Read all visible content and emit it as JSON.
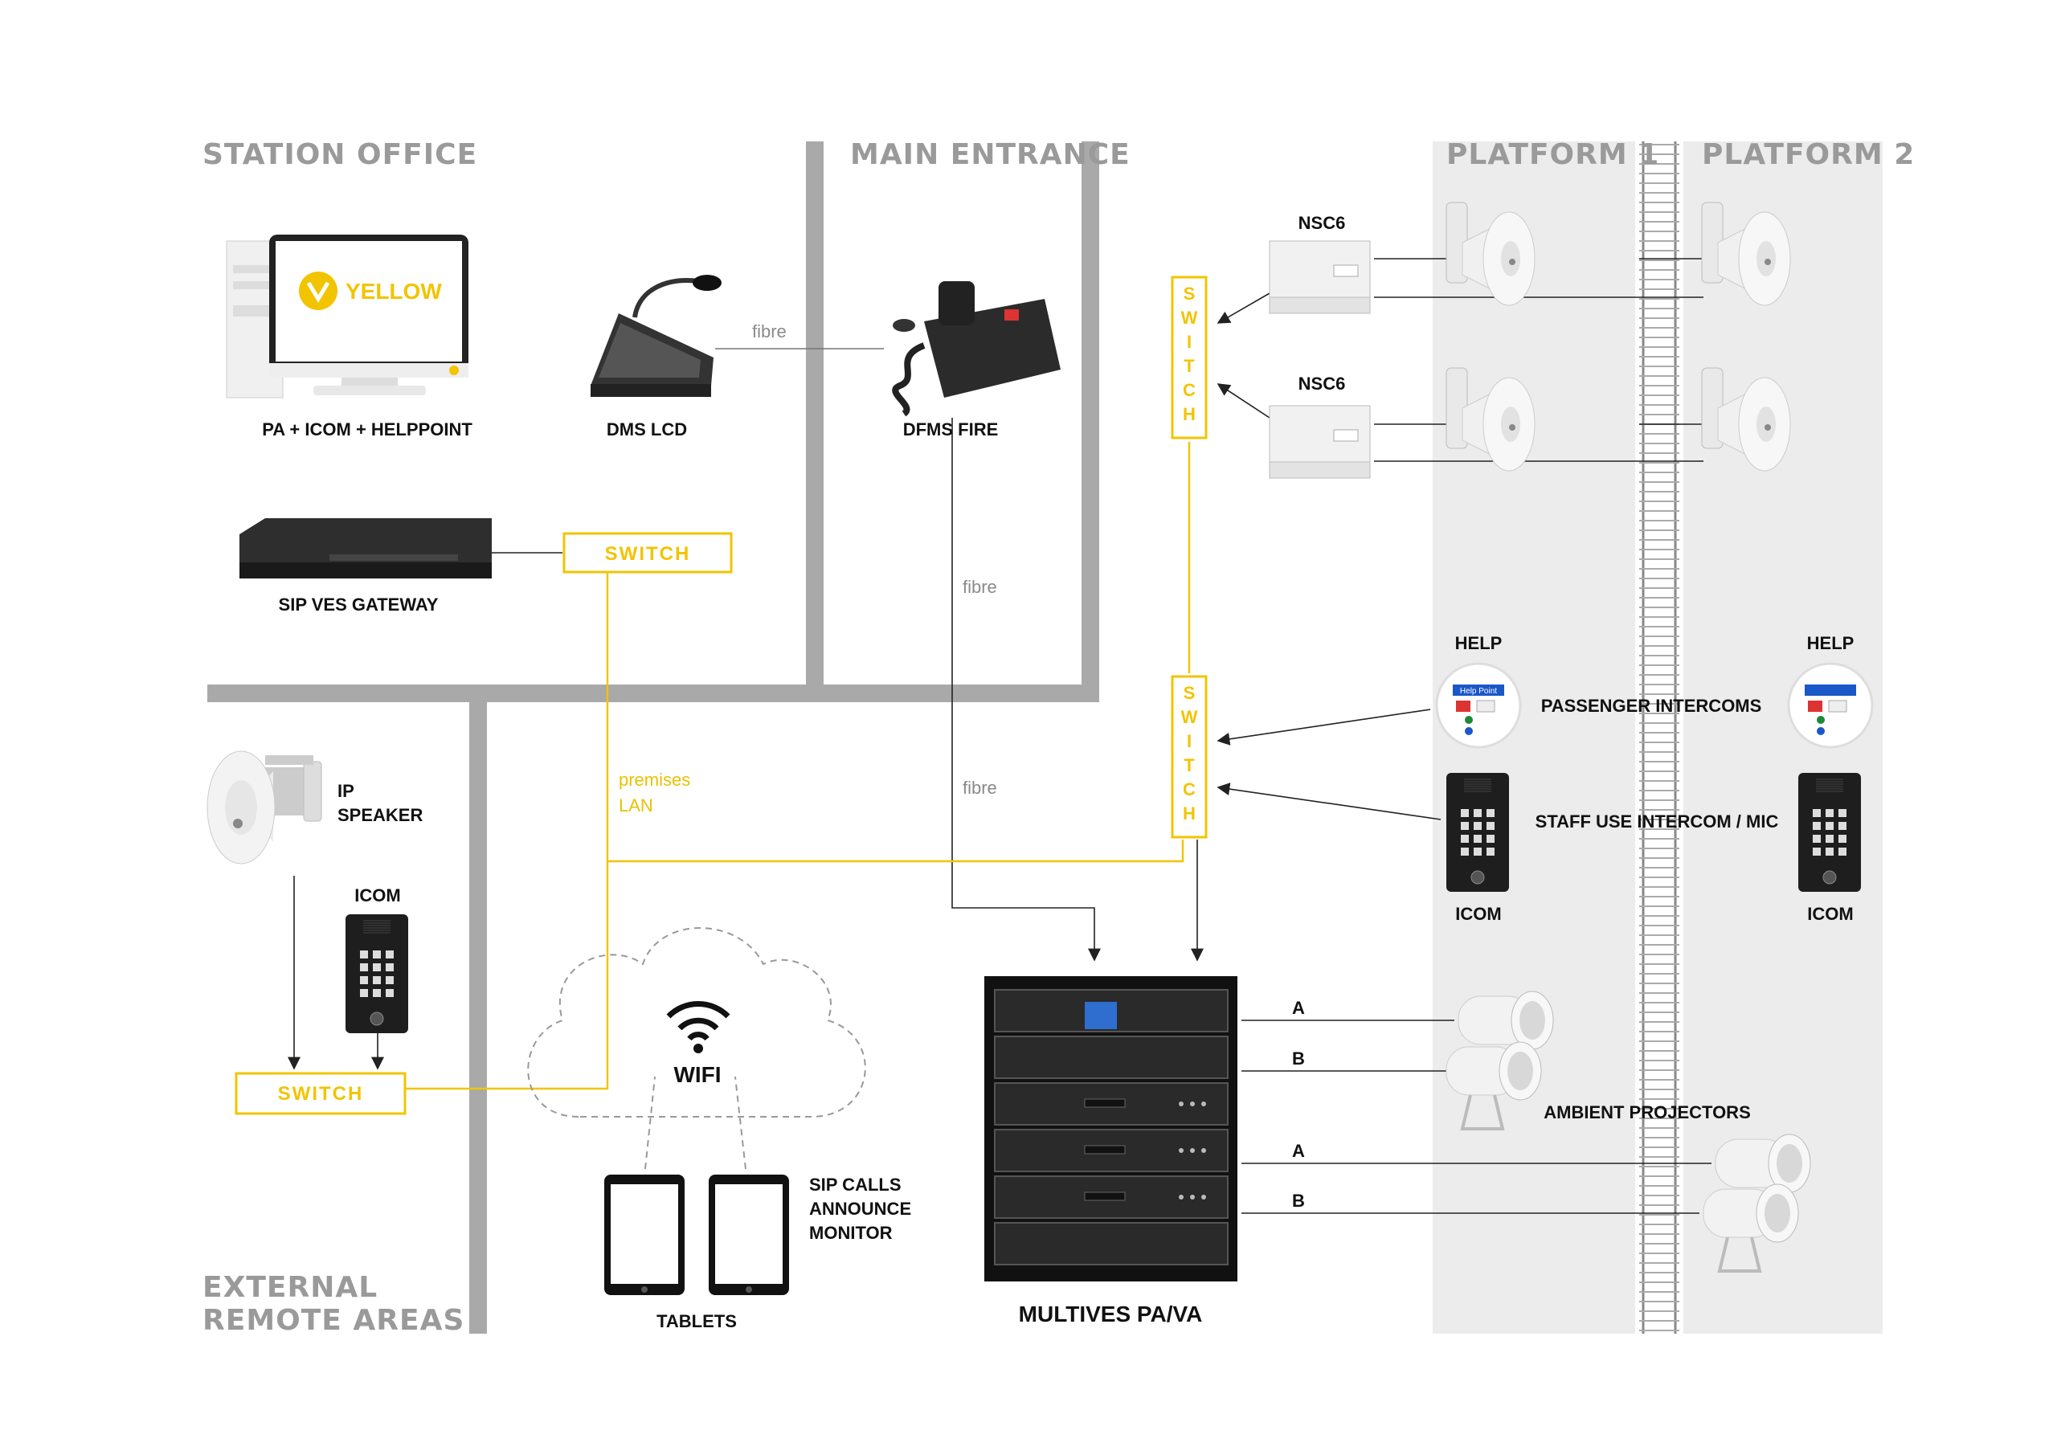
{
  "zones": {
    "station_office": "STATION OFFICE",
    "main_entrance": "MAIN ENTRANCE",
    "platform_1": "PLATFORM 1",
    "platform_2": "PLATFORM 2",
    "external_line1": "EXTERNAL",
    "external_line2": "REMOTE AREAS"
  },
  "devices": {
    "pc_label": "PA + ICOM + HELPPOINT",
    "pc_brand": "YELLOW",
    "dms_label": "DMS LCD",
    "dfms_label": "DFMS FIRE",
    "gateway_label": "SIP VES GATEWAY",
    "nsc6_top": "NSC6",
    "nsc6_bottom": "NSC6",
    "help_1": "HELP",
    "help_2": "HELP",
    "passenger_intercoms": "PASSENGER INTERCOMS",
    "staff_intercom": "STAFF USE INTERCOM / MIC",
    "icom_p1": "ICOM",
    "icom_p2": "ICOM",
    "icom_ext": "ICOM",
    "ip_speaker_line1": "IP",
    "ip_speaker_line2": "SPEAKER",
    "wifi": "WIFI",
    "tablets": "TABLETS",
    "sip_line1": "SIP CALLS",
    "sip_line2": "ANNOUNCE",
    "sip_line3": "MONITOR",
    "multives": "MULTIVES PA/VA",
    "ambient": "AMBIENT PROJECTORS",
    "help_point_sign": "Help Point"
  },
  "switches": {
    "office": "SWITCH",
    "external": "SWITCH",
    "vertical_top": [
      "S",
      "W",
      "I",
      "T",
      "C",
      "H"
    ],
    "vertical_mid": [
      "S",
      "W",
      "I",
      "T",
      "C",
      "H"
    ]
  },
  "links": {
    "fibre_1": "fibre",
    "fibre_2": "fibre",
    "fibre_3": "fibre",
    "lan_line1": "premises",
    "lan_line2": "LAN",
    "zone_a1": "A",
    "zone_b1": "B",
    "zone_a2": "A",
    "zone_b2": "B"
  },
  "colors": {
    "accent_yellow": "#f2c400",
    "wall_grey": "#a9a9a9",
    "platform_bg": "#ececec"
  }
}
